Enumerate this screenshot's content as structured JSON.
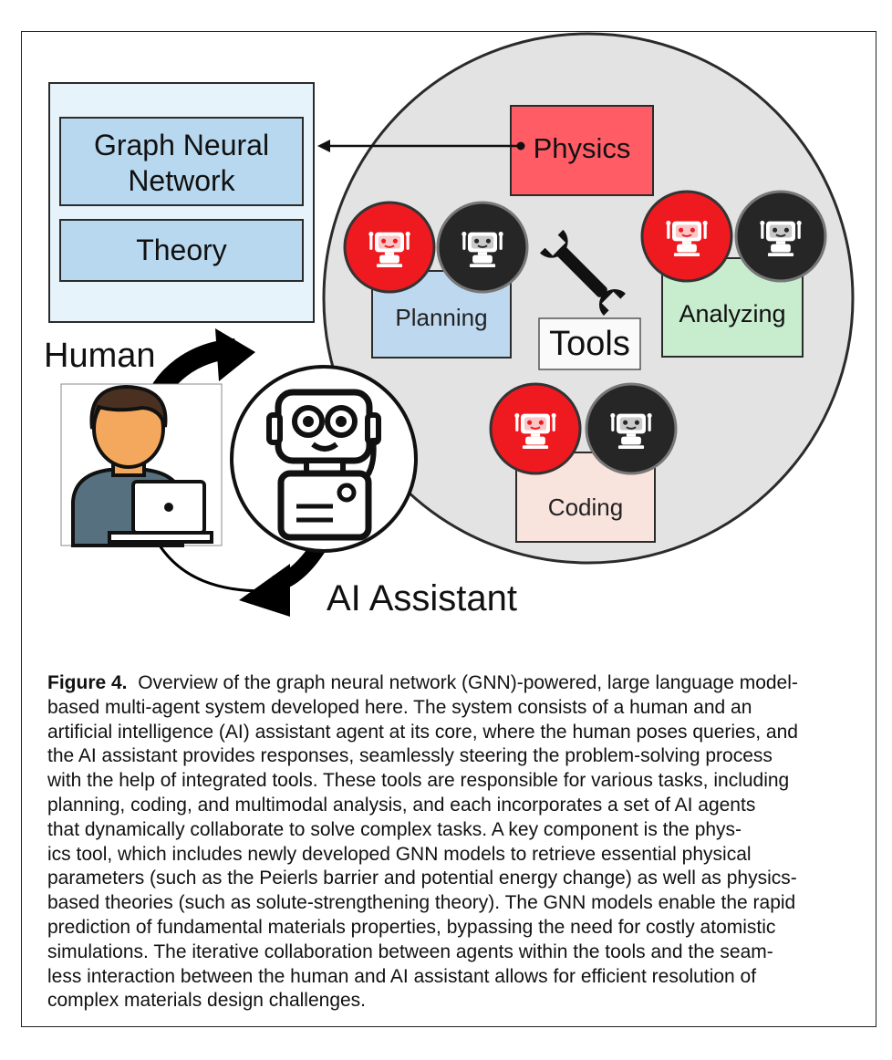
{
  "diagram": {
    "knowledge_box": {
      "items": [
        "Graph Neural\nNetwork",
        "Theory"
      ]
    },
    "tools_circle": {
      "physics_label": "Physics",
      "tools_label": "Tools",
      "agents": [
        "Planning",
        "Analyzing",
        "Coding"
      ]
    },
    "human_label": "Human",
    "assistant_label": "AI Assistant"
  },
  "caption": {
    "figure_label": "Figure 4.",
    "lines": [
      "Overview of the graph neural network (GNN)-powered, large language model-",
      "based multi-agent system developed here. The system consists of a human and an",
      "artificial intelligence (AI) assistant agent at its core, where the human poses queries, and",
      "the AI assistant provides responses, seamlessly steering the problem-solving process",
      "with the help of integrated tools. These tools are responsible for various tasks, including",
      "planning, coding, and multimodal analysis, and each incorporates a set of AI agents",
      "that dynamically collaborate to solve complex tasks. A key component is the phys-",
      "ics tool, which includes newly developed GNN models to retrieve essential physical",
      "parameters (such as the Peierls barrier and potential energy change) as well as physics-",
      "based theories (such as solute-strengthening theory). The GNN models enable the rapid",
      "prediction of fundamental materials properties, bypassing the need for costly atomistic",
      "simulations. The iterative collaboration between agents within the tools and the seam-",
      "less interaction between the human and AI assistant allows for efficient resolution of",
      "complex materials design challenges."
    ]
  },
  "colors": {
    "knowledge_panel": "#e6f3fb",
    "knowledge_item": "#b8d8ef",
    "tools_circle": "#e3e3e3",
    "physics": "#ff5c66",
    "planning": "#bdd8ef",
    "analyzing": "#c8ecce",
    "coding": "#f8e3dd",
    "robot_red": "#ee1a1f",
    "robot_dark": "#262626",
    "skin": "#f4a85d",
    "shirt": "#57707f"
  }
}
